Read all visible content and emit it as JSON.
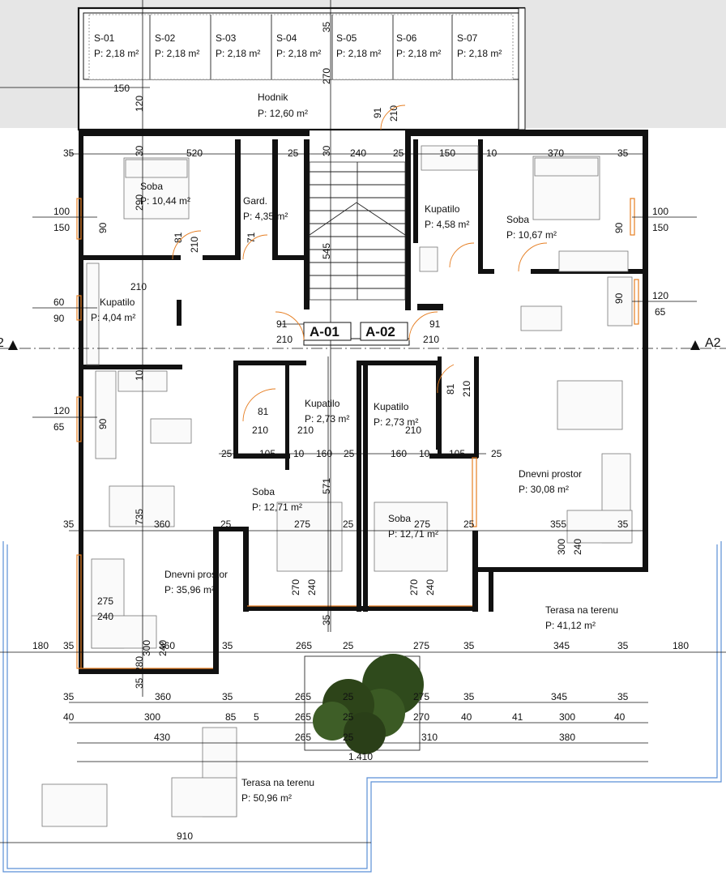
{
  "storage": [
    {
      "name": "S-01",
      "area": "P: 2,18 m²"
    },
    {
      "name": "S-02",
      "area": "P: 2,18 m²"
    },
    {
      "name": "S-03",
      "area": "P: 2,18 m²"
    },
    {
      "name": "S-04",
      "area": "P: 2,18 m²"
    },
    {
      "name": "S-05",
      "area": "P: 2,18 m²"
    },
    {
      "name": "S-06",
      "area": "P: 2,18 m²"
    },
    {
      "name": "S-07",
      "area": "P: 2,18 m²"
    }
  ],
  "rooms": {
    "hodnik": {
      "name": "Hodnik",
      "area": "P: 12,60 m²"
    },
    "soba_left": {
      "name": "Soba",
      "area": "P: 10,44 m²"
    },
    "gard": {
      "name": "Gard.",
      "area": "P: 4,35 m²"
    },
    "kupatilo_right_top": {
      "name": "Kupatilo",
      "area": "P: 4,58 m²"
    },
    "soba_right": {
      "name": "Soba",
      "area": "P: 10,67 m²"
    },
    "kupatilo_left": {
      "name": "Kupatilo",
      "area": "P: 4,04 m²"
    },
    "kupatilo_c1": {
      "name": "Kupatilo",
      "area": "P: 2,73 m²"
    },
    "kupatilo_c2": {
      "name": "Kupatilo",
      "area": "P: 2,73 m²"
    },
    "soba_c1": {
      "name": "Soba",
      "area": "P: 12,71 m²"
    },
    "soba_c2": {
      "name": "Soba",
      "area": "P: 12,71 m²"
    },
    "dnevni_right": {
      "name": "Dnevni prostor",
      "area": "P: 30,08 m²"
    },
    "dnevni_left": {
      "name": "Dnevni prostor",
      "area": "P: 35,96 m²"
    },
    "terasa_right": {
      "name": "Terasa na terenu",
      "area": "P: 41,12 m²"
    },
    "terasa_left": {
      "name": "Terasa na terenu",
      "area": "P: 50,96 m²"
    }
  },
  "units": [
    "A-01",
    "A-02"
  ],
  "section_marker": "A2",
  "dims": {
    "row_top": [
      "35",
      "30",
      "520",
      "25",
      "30",
      "240",
      "25",
      "150",
      "10",
      "370",
      "35"
    ],
    "row_mid": [
      "25",
      "105",
      "10",
      "160",
      "25",
      "160",
      "10",
      "105",
      "25"
    ],
    "row_360": [
      "35",
      "360",
      "25",
      "275",
      "25",
      "275",
      "25",
      "355",
      "35"
    ],
    "row_180": [
      "180",
      "35",
      "360",
      "35",
      "265",
      "25",
      "275",
      "35",
      "345",
      "35",
      "180"
    ],
    "row_a": [
      "35",
      "360",
      "35",
      "265",
      "25",
      "275",
      "35",
      "345",
      "35"
    ],
    "row_b": [
      "40",
      "300",
      "85",
      "5",
      "265",
      "25",
      "270",
      "40",
      "41",
      "300",
      "40"
    ],
    "row_c": [
      "430",
      "265",
      "25",
      "310",
      "380"
    ],
    "total": "1.410",
    "terrace_width": "910",
    "left_side": [
      "100",
      "150",
      "60",
      "90",
      "120",
      "65"
    ],
    "right_side": [
      "100",
      "150",
      "120",
      "65"
    ],
    "misc": [
      "150",
      "120",
      "270",
      "35",
      "91",
      "210",
      "81",
      "71",
      "210",
      "290",
      "545",
      "571",
      "735",
      "300",
      "240",
      "275",
      "240",
      "270",
      "240",
      "270",
      "240",
      "300",
      "240",
      "280",
      "35",
      "90",
      "90",
      "90",
      "90",
      "10",
      "35"
    ]
  }
}
